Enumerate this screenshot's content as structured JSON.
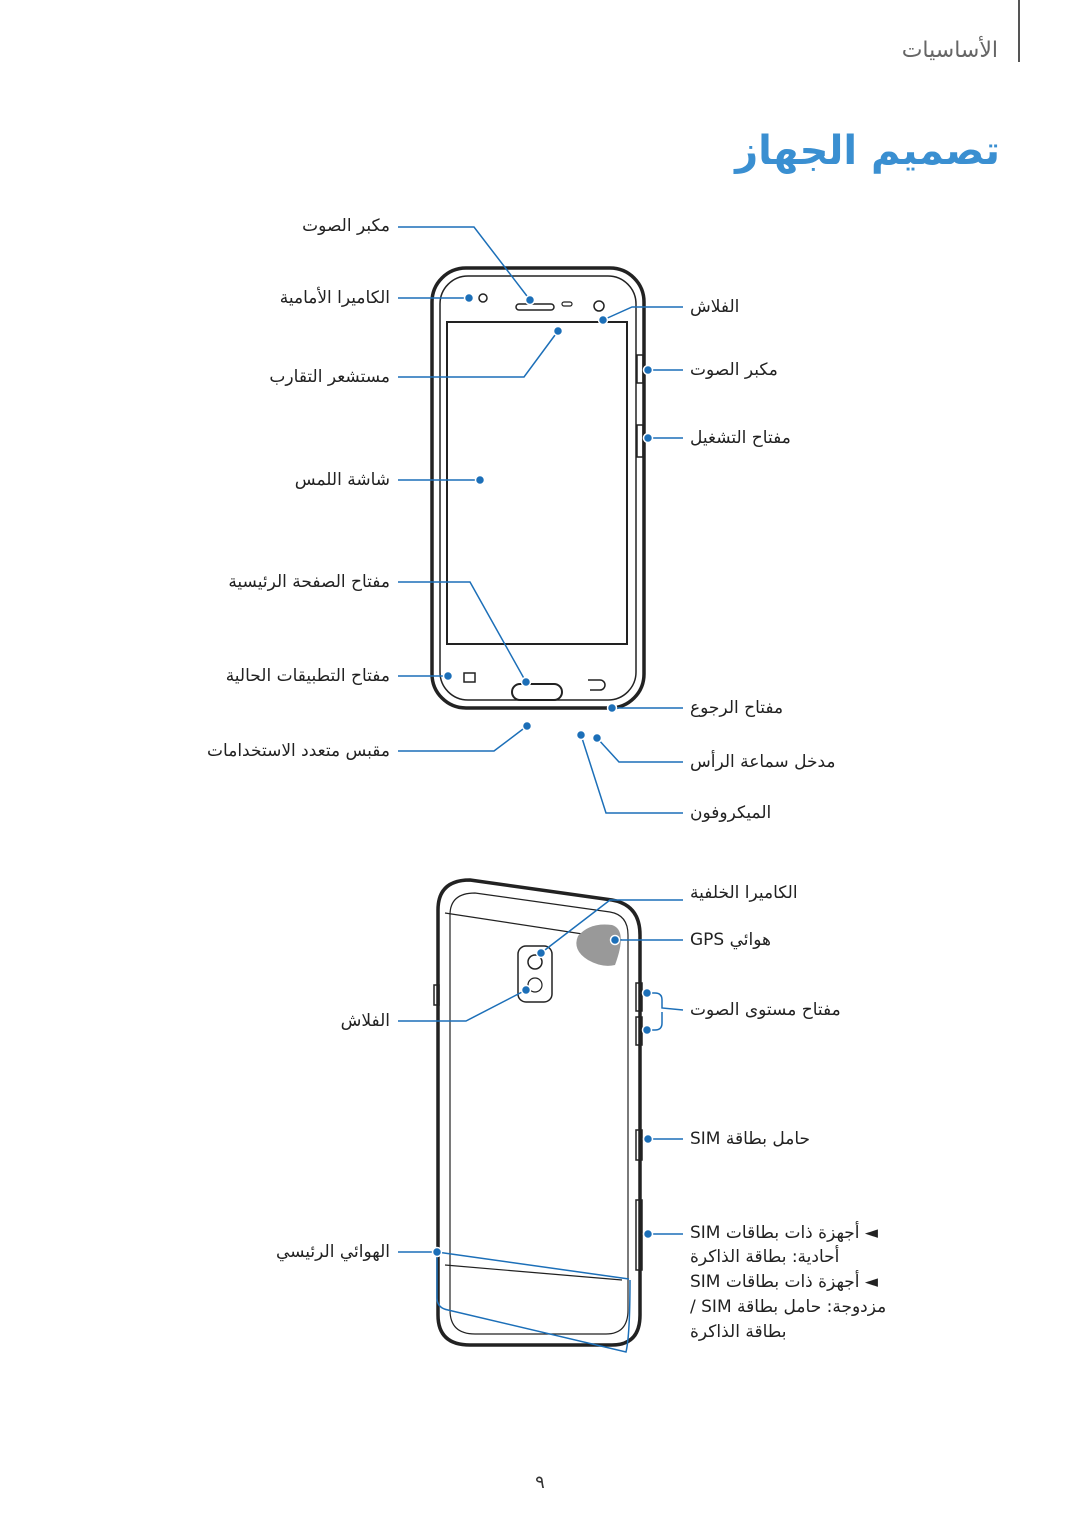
{
  "header": {
    "section": "الأساسيات"
  },
  "title": "تصميم الجهاز",
  "front_labels": {
    "earpiece": "مكبر الصوت",
    "front_camera": "الكاميرا الأمامية",
    "proximity_sensor": "مستشعر التقارب",
    "touchscreen": "شاشة اللمس",
    "home_key": "مفتاح الصفحة الرئيسية",
    "recent_apps_key": "مفتاح التطبيقات الحالية",
    "multipurpose_jack": "مقبس متعدد الاستخدامات",
    "flash": "الفلاش",
    "speaker": "مكبر الصوت",
    "power_key": "مفتاح التشغيل",
    "back_key": "مفتاح الرجوع",
    "headset_jack": "مدخل سماعة الرأس",
    "microphone": "الميكروفون"
  },
  "back_labels": {
    "rear_camera": "الكاميرا الخلفية",
    "gps_antenna": "هوائي GPS",
    "flash": "الفلاش",
    "volume_key": "مفتاح مستوى الصوت",
    "sim_tray": "حامل بطاقة SIM",
    "single_sim_line1": "◄ أجهزة ذات بطاقات SIM",
    "single_sim_line2": "أحادية: بطاقة الذاكرة",
    "dual_sim_line1": "◄ أجهزة ذات بطاقات SIM",
    "dual_sim_line2": "مزدوجة: حامل بطاقة SIM /",
    "dual_sim_line3": "بطاقة الذاكرة",
    "main_antenna": "الهوائي الرئيسي"
  },
  "colors": {
    "accent": "#3a8fd1",
    "callout": "#1c6fb8",
    "line": "#222222"
  },
  "page_number": "٩"
}
